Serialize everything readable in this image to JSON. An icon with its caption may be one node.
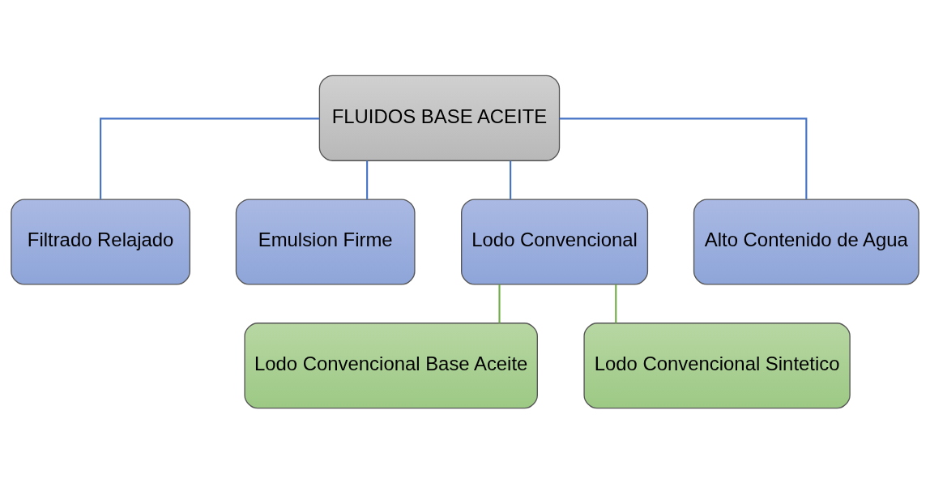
{
  "diagram": {
    "nodes": [
      {
        "text": [
          "FLUIDOS BASE ACEITE"
        ]
      },
      {
        "text": [
          "Filtrado Relajado"
        ]
      },
      {
        "text": [
          "Emulsion Firme"
        ]
      },
      {
        "text": [
          "Lodo Convencional"
        ]
      },
      {
        "text": [
          "Alto Contenido de Agua"
        ]
      },
      {
        "text": [
          "Lodo Convencional Base Aceite"
        ]
      },
      {
        "text": [
          "Lodo Convencional Sintetico"
        ]
      }
    ],
    "edges": [
      {
        "from": 0,
        "to": 1,
        "arrow": "none"
      },
      {
        "from": 0,
        "to": 2,
        "arrow": "none"
      },
      {
        "from": 0,
        "to": 3,
        "arrow": "none"
      },
      {
        "from": 0,
        "to": 4,
        "arrow": "none"
      },
      {
        "from": 3,
        "to": 5,
        "arrow": "none",
        "color": "#70ad47"
      },
      {
        "from": 3,
        "to": 6,
        "arrow": "none",
        "color": "#70ad47"
      }
    ]
  }
}
